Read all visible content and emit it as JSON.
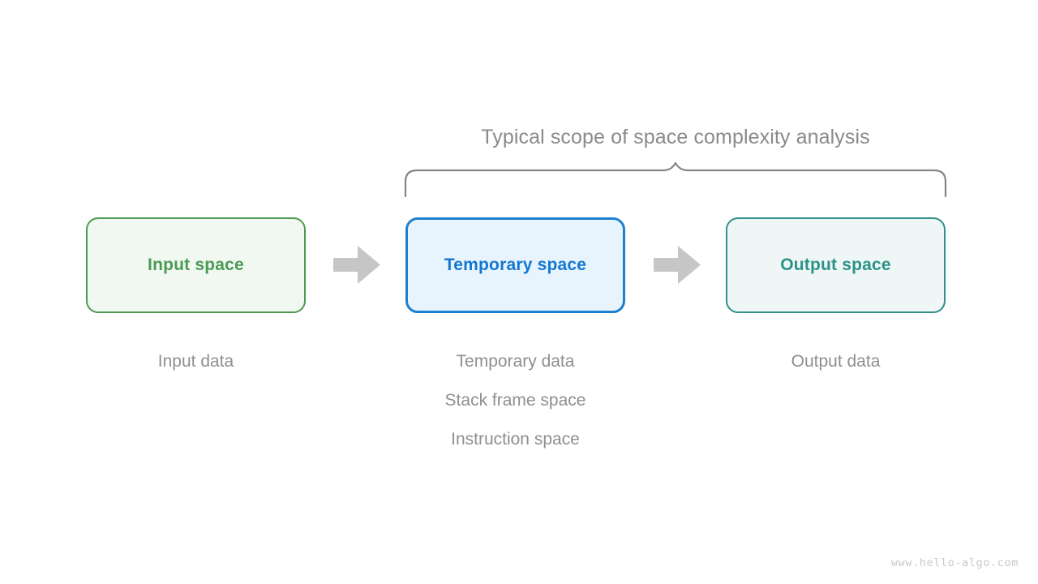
{
  "diagram": {
    "scope_label": "Typical scope of space complexity analysis",
    "watermark": "www.hello-algo.com",
    "colors": {
      "input_border": "#4f9a52",
      "input_fill": "#f1f8f1",
      "input_text": "#4b9a55",
      "temporary_border": "#1d80cf",
      "temporary_fill": "#e8f4fd",
      "temporary_text": "#1177d1",
      "output_border": "#2f9189",
      "output_fill": "#eef7f6",
      "output_text": "#2d9188",
      "arrow": "#c6c6c6",
      "brace": "#868686",
      "caption_text": "#8f8f8f",
      "title_text": "#8a8a8a",
      "watermark_text": "#c9c9c9"
    },
    "stages": [
      {
        "id": "input",
        "box_label": "Input space",
        "captions": [
          "Input data"
        ]
      },
      {
        "id": "temporary",
        "box_label": "Temporary space",
        "captions": [
          "Temporary data",
          "Stack frame space",
          "Instruction space"
        ]
      },
      {
        "id": "output",
        "box_label": "Output space",
        "captions": [
          "Output data"
        ]
      }
    ],
    "arrows": [
      {
        "id": "arrow-input-to-temporary",
        "glyph": "right-arrow"
      },
      {
        "id": "arrow-temporary-to-output",
        "glyph": "right-arrow"
      }
    ]
  }
}
